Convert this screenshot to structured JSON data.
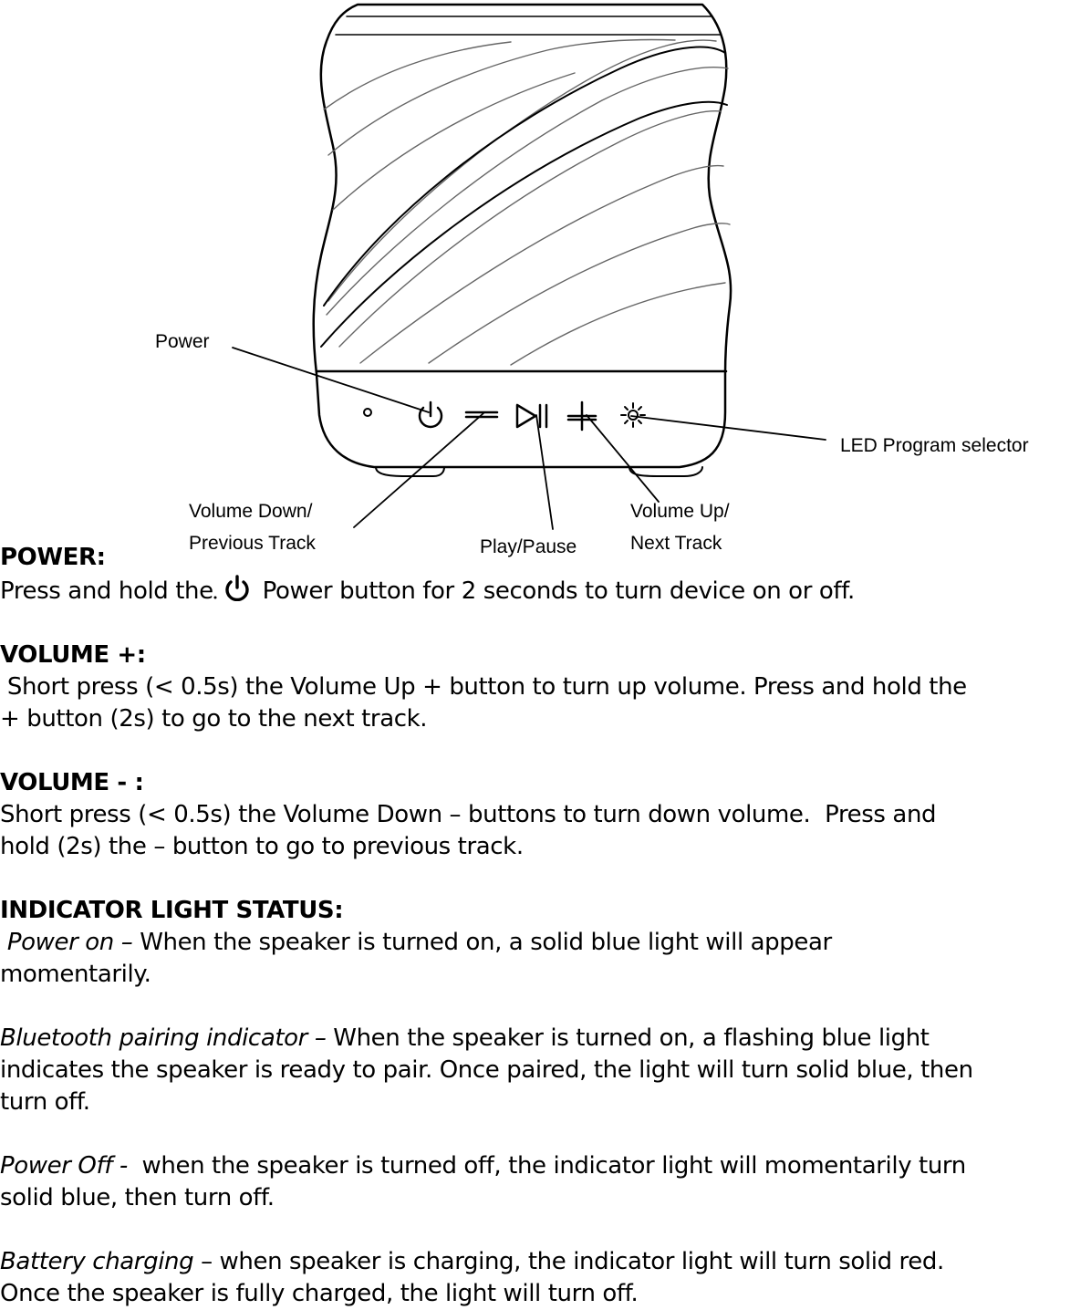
{
  "diagram": {
    "callouts": {
      "power": "Power",
      "led": "LED Program selector",
      "vol_down_1": "Volume Down/",
      "vol_down_2": "Previous Track",
      "play": "Play/Pause",
      "vol_up_1": "Volume Up/",
      "vol_up_2": "Next Track"
    }
  },
  "sections": {
    "power": {
      "heading": "POWER:",
      "before": "Press and hold the",
      "after": "  Power button for 2 seconds to turn device on or off."
    },
    "vol_up": {
      "heading": "VOLUME +:",
      "line1": " Short press (< 0.5s) the Volume Up + button to turn up volume. Press and hold the",
      "line2": "+ button (2s) to go to the next track."
    },
    "vol_down": {
      "heading": "VOLUME - :",
      "line1": "Short press (< 0.5s) the Volume Down – buttons to turn down volume.  Press and",
      "line2": "hold (2s) the – button to go to previous track."
    },
    "indicator": {
      "heading": "INDICATOR LIGHT STATUS:",
      "power_on_label": " Power on –",
      "power_on_1": " When the speaker is turned on, a solid blue light will appear",
      "power_on_2": "momentarily.",
      "bt_label": "Bluetooth pairing indicator –",
      "bt_1": " When the speaker is turned on, a flashing blue light",
      "bt_2": "indicates the speaker is ready to pair. Once paired, the light will turn solid blue, then",
      "bt_3": "turn off.",
      "off_label": "Power Off -",
      "off_1": "  when the speaker is turned off, the indicator light will momentarily turn",
      "off_2": "solid blue, then turn off.",
      "charge_label": "Battery charging",
      "charge_1": " – when speaker is charging, the indicator light will turn solid red.",
      "charge_2": "Once the speaker is fully charged, the light will turn off."
    }
  }
}
